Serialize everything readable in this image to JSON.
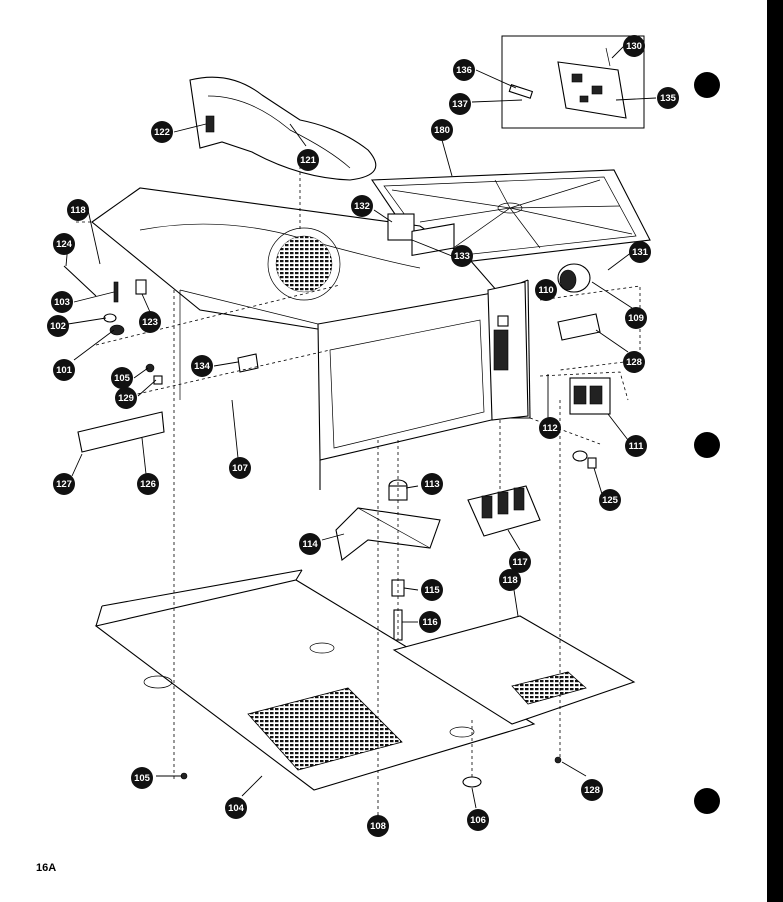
{
  "page": {
    "label": "16A",
    "corner_text": ""
  },
  "callouts": [
    {
      "id": "c130",
      "label": "130"
    },
    {
      "id": "c136",
      "label": "136"
    },
    {
      "id": "c137",
      "label": "137"
    },
    {
      "id": "c135",
      "label": "135"
    },
    {
      "id": "c122",
      "label": "122"
    },
    {
      "id": "c121",
      "label": "121"
    },
    {
      "id": "c180",
      "label": "180"
    },
    {
      "id": "c118a",
      "label": "118"
    },
    {
      "id": "c132",
      "label": "132"
    },
    {
      "id": "c133",
      "label": "133"
    },
    {
      "id": "c124",
      "label": "124"
    },
    {
      "id": "c131",
      "label": "131"
    },
    {
      "id": "c103",
      "label": "103"
    },
    {
      "id": "c123",
      "label": "123"
    },
    {
      "id": "c110",
      "label": "110"
    },
    {
      "id": "c109",
      "label": "109"
    },
    {
      "id": "c102",
      "label": "102"
    },
    {
      "id": "c128a",
      "label": "128"
    },
    {
      "id": "c101",
      "label": "101"
    },
    {
      "id": "c134",
      "label": "134"
    },
    {
      "id": "c105a",
      "label": "105"
    },
    {
      "id": "c129",
      "label": "129"
    },
    {
      "id": "c112",
      "label": "112"
    },
    {
      "id": "c111",
      "label": "111"
    },
    {
      "id": "c107",
      "label": "107"
    },
    {
      "id": "c127",
      "label": "127"
    },
    {
      "id": "c126",
      "label": "126"
    },
    {
      "id": "c125",
      "label": "125"
    },
    {
      "id": "c113",
      "label": "113"
    },
    {
      "id": "c114",
      "label": "114"
    },
    {
      "id": "c117",
      "label": "117"
    },
    {
      "id": "c115",
      "label": "115"
    },
    {
      "id": "c118b",
      "label": "118"
    },
    {
      "id": "c116",
      "label": "116"
    },
    {
      "id": "c105b",
      "label": "105"
    },
    {
      "id": "c128b",
      "label": "128"
    },
    {
      "id": "c104",
      "label": "104"
    },
    {
      "id": "c108",
      "label": "108"
    },
    {
      "id": "c106",
      "label": "106"
    }
  ]
}
